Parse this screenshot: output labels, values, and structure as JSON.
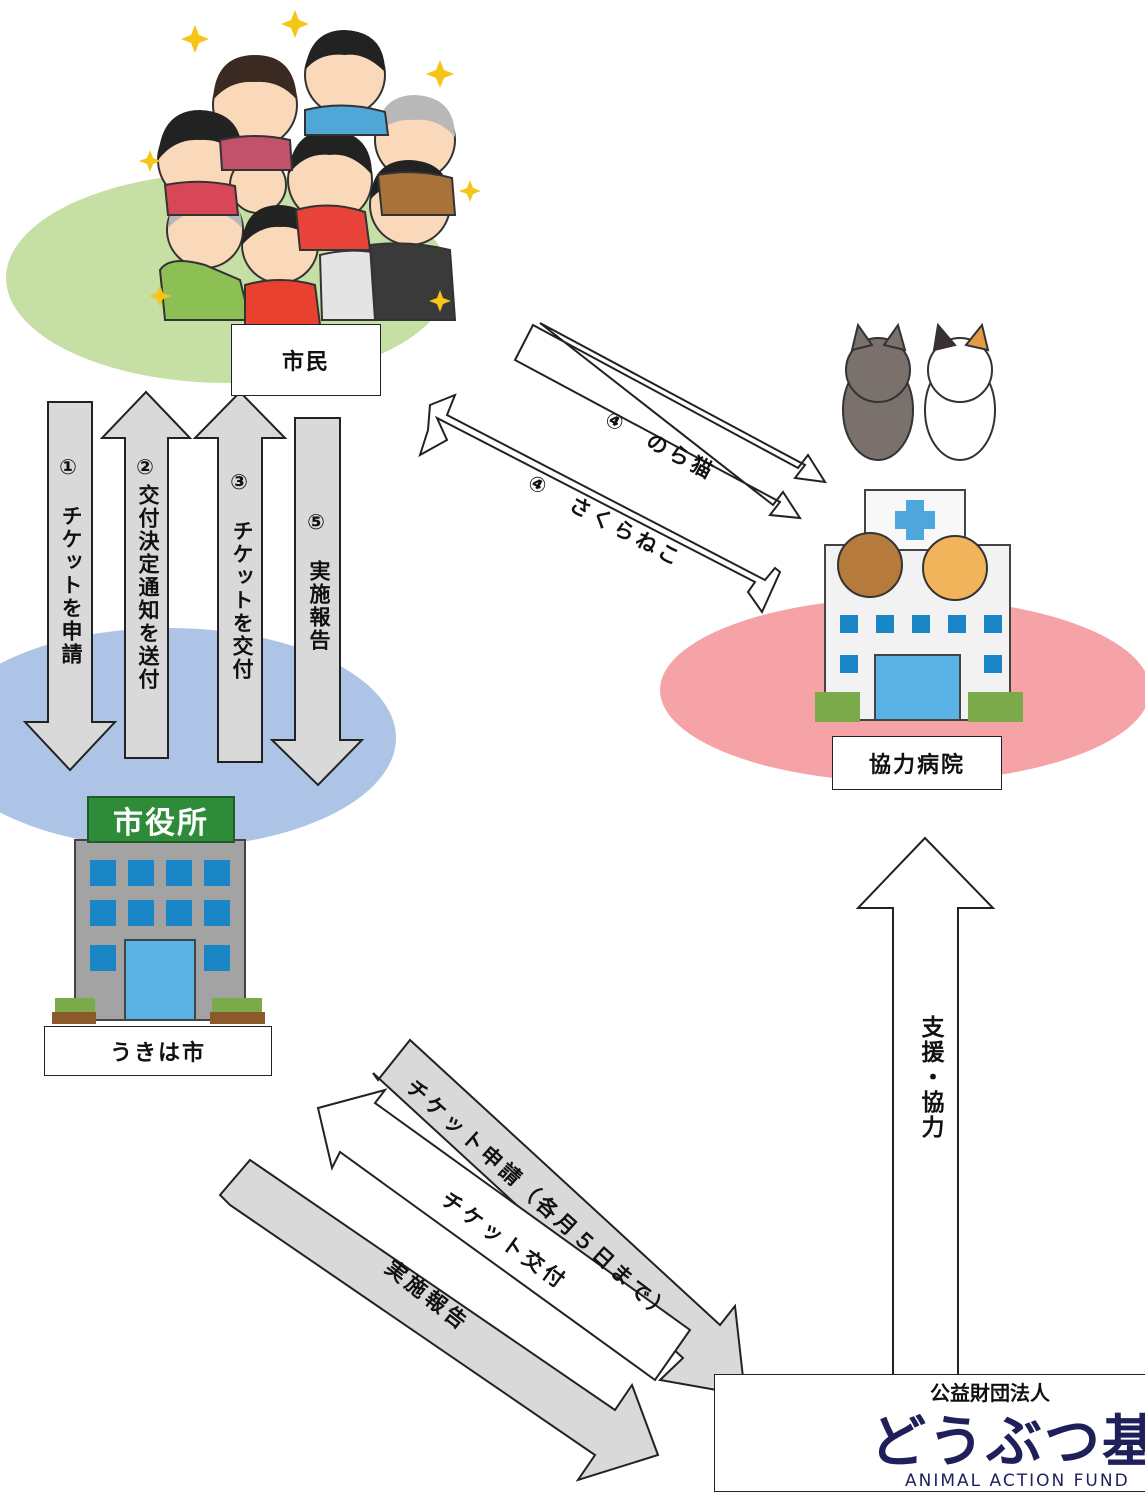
{
  "nodes": {
    "citizens": "市民",
    "city": "うきは市",
    "hospital": "協力病院",
    "city_hall_sign": "市役所"
  },
  "flows": {
    "f1_num": "①",
    "f1": "チケットを申請",
    "f2_num": "②",
    "f2": "交付決定通知を送付",
    "f3_num": "③",
    "f3": "チケットを交付",
    "f5_num": "⑤",
    "f5": "実施報告",
    "f4a": "④　のら猫",
    "f4b": "④　さくらねこ",
    "support": "支援・協力",
    "ticket_apply": "チケット申請（各月５日まで）",
    "ticket_issue": "チケット交付",
    "report": "実施報告"
  },
  "logo": {
    "org_type": "公益財団法人",
    "name": "どうぶつ基金",
    "english": "ANIMAL ACTION FUND"
  },
  "colors": {
    "arrow_fill": "#d9d9d9",
    "arrow_stroke": "#222222",
    "citizens_ellipse": "#c5dfa4",
    "city_ellipse": "#aec4e6",
    "hospital_ellipse": "#f6a3a8"
  }
}
